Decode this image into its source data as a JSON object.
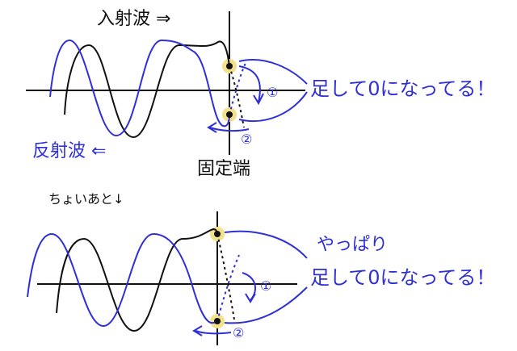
{
  "labels": {
    "incident": "入射波 ⇒",
    "reflected": "反射波 ⇐",
    "fixed_end": "固定端",
    "later": "ちょいあと↓",
    "note_top": "足して0になってる！",
    "note_bottom_1": "やっぱり",
    "note_bottom_2": "足して0になってる！",
    "marker_1": "①",
    "marker_2": "②"
  },
  "colors": {
    "incident_wave": "#111111",
    "reflected_wave": "#2f2fd8",
    "highlight": "#f3e08a",
    "axis": "#111111"
  }
}
